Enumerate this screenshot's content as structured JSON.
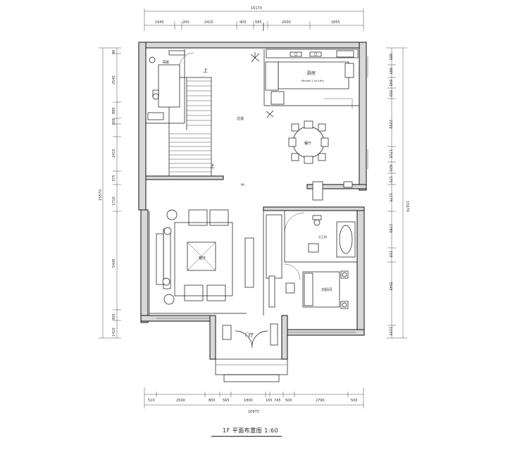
{
  "drawing": {
    "title": "1F  平面布置图 1:60"
  },
  "rooms": {
    "study": "书房",
    "kitchen": "厨房",
    "kitchen_note": "Kitchen 2.4×3.6m",
    "corridor": "过道",
    "dining": "餐厅",
    "living": "客厅",
    "master_bath": "主卫间",
    "bedroom": "次卧间",
    "entrance": "门厅",
    "stair_up_1": "上",
    "stair_up_2": "上",
    "stair_landing": "PA"
  },
  "dimensions": {
    "top_overall": "16170",
    "top_segments": [
      "1945",
      "200",
      "2415",
      "905",
      "585",
      "2000",
      "1855"
    ],
    "bottom_overall": "10975",
    "bottom_segments": [
      "510",
      "2500",
      "800",
      "565",
      "1800",
      "165",
      "745",
      "500",
      "2790",
      "500"
    ],
    "left_overall": "15570",
    "left_segments": [
      "90",
      "2545",
      "885",
      "300",
      "2415",
      "375",
      "1710",
      "5445",
      "365",
      "1410"
    ],
    "right_overall": "15670",
    "right_segments": [
      "885",
      "685",
      "640",
      "550",
      "2200",
      "1715",
      "620",
      "170",
      "1175",
      "1780",
      "150",
      "3545",
      "1155"
    ]
  }
}
